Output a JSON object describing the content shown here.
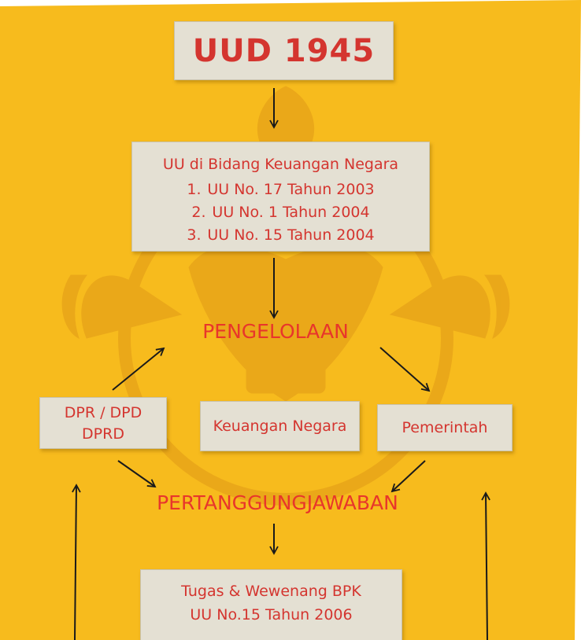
{
  "title": "UUD 1945",
  "uu_box": {
    "heading": "UU di Bidang Keuangan  Negara",
    "items": [
      {
        "num": "1.",
        "text": "UU No. 17 Tahun 2003"
      },
      {
        "num": "2.",
        "text": "UU No. 1 Tahun  2004"
      },
      {
        "num": "3.",
        "text": "UU No. 15 Tahun 2004"
      }
    ]
  },
  "pengelolaan": "PENGELOLAAN",
  "dpr": {
    "line1": "DPR / DPD",
    "line2": "DPRD"
  },
  "keuangan_negara": "Keuangan Negara",
  "pemerintah": "Pemerintah",
  "pertanggungjawaban": "PERTANGGUNGJAWABAN",
  "bpk": {
    "line1": "Tugas & Wewenang BPK",
    "line2": "UU No.15 Tahun 2006"
  },
  "colors": {
    "background": "#f7bb1d",
    "box": "#e4e0d3",
    "text": "#d4352f",
    "arrow": "#1a1a1a"
  }
}
